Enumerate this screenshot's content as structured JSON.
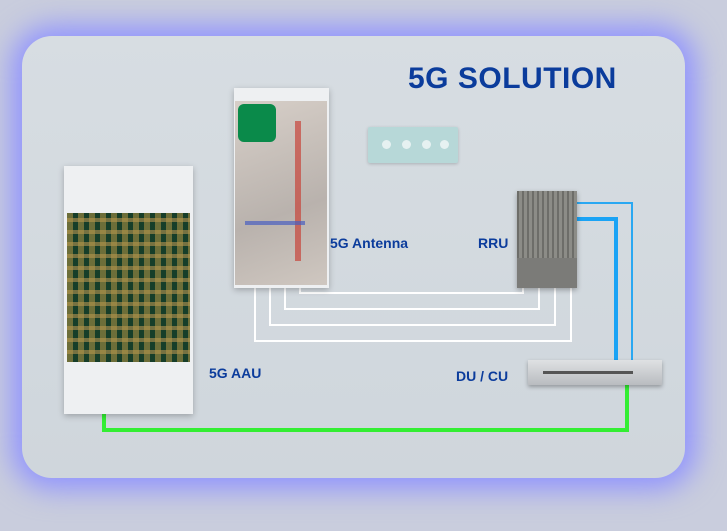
{
  "title": "5G SOLUTION",
  "labels": {
    "antenna": "5G Antenna",
    "rru": "RRU",
    "aau": "5G AAU",
    "du_cu": "DU / CU"
  },
  "colors": {
    "title": "#0b3c9c",
    "fiber_blue": "#1aa3f5",
    "link_green": "#33ee33",
    "rf_white": "#ffffff",
    "glow": "#8f92ff"
  }
}
